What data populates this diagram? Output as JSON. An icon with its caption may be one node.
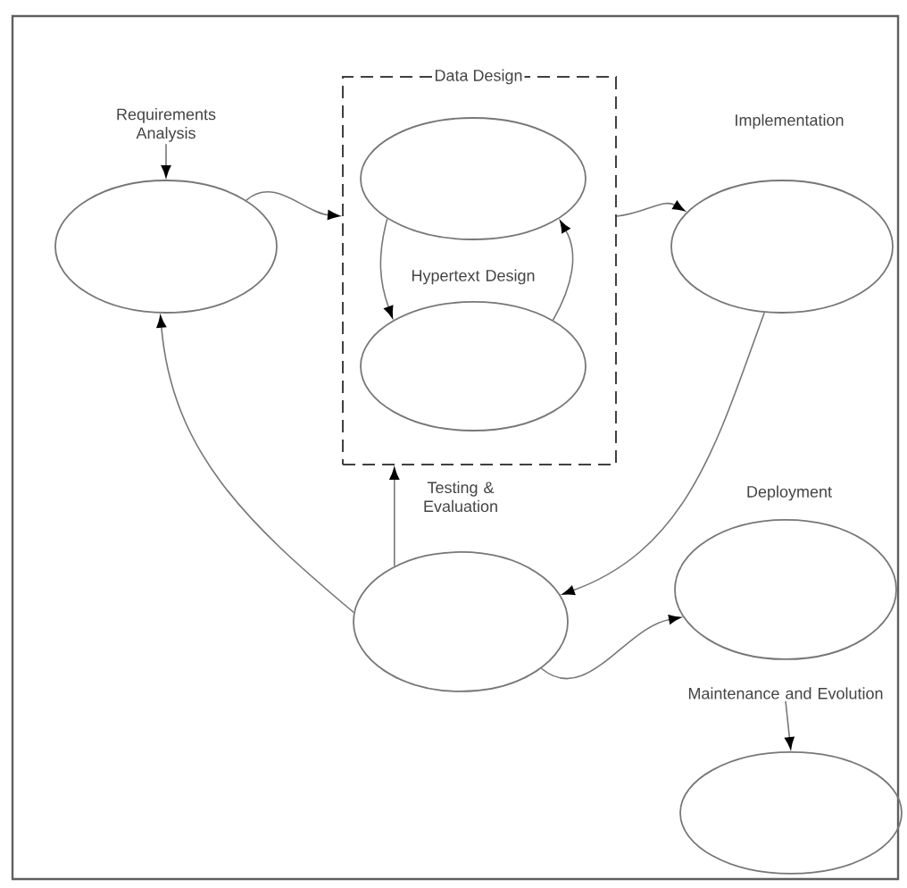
{
  "diagram": {
    "nodes": [
      {
        "text": [
          "Data Design"
        ]
      },
      {
        "text": [
          "Requirements Analysis"
        ]
      },
      {
        "text": [],
        "shape": "ellipse"
      },
      {
        "text": [],
        "shape": "ellipse",
        "in": 0
      },
      {
        "text": [],
        "shape": "ellipse",
        "in": 0,
        "beside": [
          "Hypertext Design"
        ]
      },
      {
        "text": [],
        "shape": "ellipse",
        "beside": [
          "Implementation"
        ]
      },
      {
        "text": [],
        "shape": "ellipse",
        "beside": [
          "Testing & Evaluation"
        ]
      },
      {
        "text": [],
        "shape": "ellipse",
        "beside": [
          "Deployment"
        ]
      },
      {
        "text": [
          "Maintenance and Evolution"
        ]
      },
      {
        "text": [],
        "shape": "ellipse"
      }
    ],
    "edges": [
      {
        "from": 1,
        "to": 2,
        "arrow": "to"
      },
      {
        "from": 2,
        "to": 0,
        "arrow": "to"
      },
      {
        "from": 3,
        "to": 4,
        "arrow": "to"
      },
      {
        "from": 4,
        "to": 3,
        "arrow": "to"
      },
      {
        "from": 0,
        "to": 5,
        "arrow": "to"
      },
      {
        "from": 5,
        "to": 6,
        "arrow": "to"
      },
      {
        "from": 6,
        "to": 0,
        "arrow": "to"
      },
      {
        "from": 6,
        "to": 2,
        "arrow": "to"
      },
      {
        "from": 6,
        "to": 7,
        "arrow": "to"
      },
      {
        "from": 8,
        "to": 9,
        "arrow": "to"
      }
    ]
  }
}
